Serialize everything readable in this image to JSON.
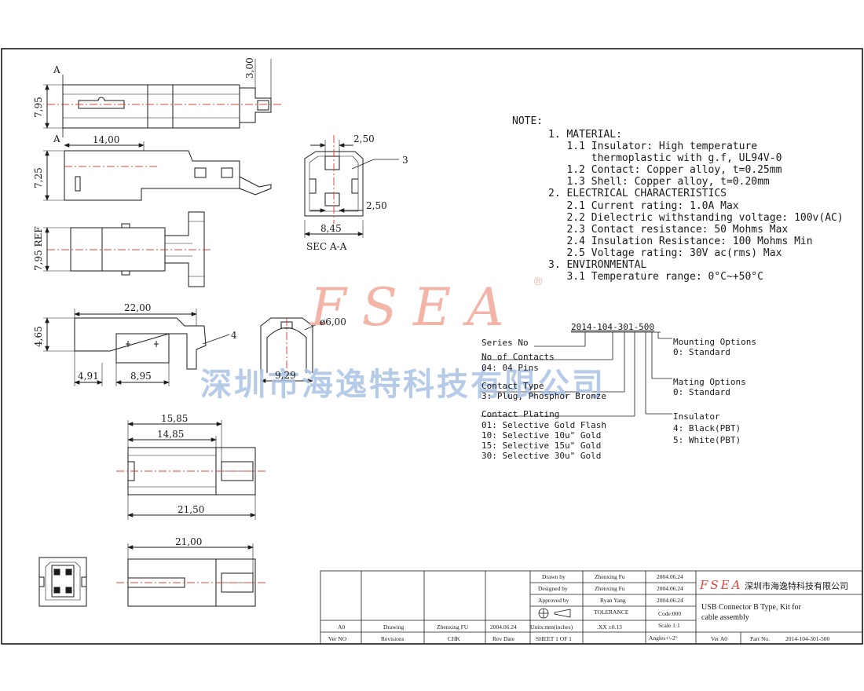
{
  "watermark": {
    "logo": "FSEA",
    "registered": "®",
    "company_cn": "深圳市海逸特科技有限公司",
    "color_logo": "#f2b5a8",
    "color_text": "#a9c3e4"
  },
  "dimensions": {
    "top_view": {
      "height": "7,95",
      "pin": "3,00",
      "section_mark": "A"
    },
    "side_view": {
      "length": "14,00",
      "height": "7,25"
    },
    "bottom_view": {
      "ref": "7,95 REF"
    },
    "contact_view": {
      "length": "22,00",
      "height": "4,65",
      "offset": "4,91",
      "width": "8,95",
      "callout": "4"
    },
    "section": {
      "top": "2,50",
      "bottom": "2,50",
      "width": "8,45",
      "callout": "3",
      "label": "SEC  A-A"
    },
    "shell_end": {
      "diameter": "ø6,00",
      "width": "9,29"
    },
    "kit_view": {
      "a": "15,85",
      "b": "14,85",
      "c": "21,50"
    },
    "assembly_view": {
      "a": "21,00"
    }
  },
  "notes": {
    "heading": "NOTE:",
    "lines": [
      "1. MATERIAL:",
      "   1.1 Insulator: High temperature",
      "       thermoplastic with g.f, UL94V-0",
      "   1.2 Contact: Copper alloy, t=0.25mm",
      "   1.3 Shell: Copper alloy, t=0.20mm",
      "2. ELECTRICAL CHARACTERISTICS",
      "   2.1 Current rating: 1.0A Max",
      "   2.2 Dielectric withstanding voltage: 100v(AC)",
      "   2.3 Contact resistance: 50 Mohms Max",
      "   2.4 Insulation Resistance: 100 Mohms Min",
      "   2.5 Voltage rating: 30V ac(rms) Max",
      "3. ENVIRONMENTAL",
      "   3.1 Temperature range: 0°C~+50°C"
    ]
  },
  "part_number": {
    "code": "2014-104-301-500",
    "left": [
      "Series No",
      "No of Contacts",
      "04: 04 Pins",
      "Contact Type",
      "3: Plug, Phosphor Bronze",
      "Contact Plating",
      "01: Selective Gold Flash",
      "10: Selective 10u\" Gold",
      "15: Selective 15u\" Gold",
      "30: Selective 30u\" Gold"
    ],
    "right": [
      "Mounting Options",
      "0: Standard",
      "Mating Options",
      "0: Standard",
      "Insulator",
      "4: Black(PBT)",
      "5: White(PBT)"
    ]
  },
  "title_block": {
    "rev_row": {
      "ver": "A0",
      "desc": "Drawing",
      "by": "Zhenxing FU",
      "date": "2004.06.24"
    },
    "rev_header": {
      "ver": "Ver NO",
      "desc": "Revisions",
      "by": "CHK",
      "date": "Rev Date"
    },
    "drawn_label": "Drawn    by",
    "drawn_name": "Zhenxing Fu",
    "drawn_date": "2004.06.24",
    "designed_label": "Designed by",
    "designed_name": "Zhenxing Fu",
    "designed_date": "2004.06.24",
    "approved_label": "Approved by",
    "approved_name": "Ryan Yang",
    "approved_date": "2004.06.24",
    "tolerance_label": "TOLERANCE",
    "code": "Code:000",
    "units": "Units:mm(inches)",
    "tol_value": ".XX   ±0.13",
    "scale": "Scale 1:1",
    "sheet": "SHEET  1  OF  1",
    "angles": "Angles+\\-2°",
    "logo": "FSEA",
    "company_cn": "深圳市海逸特科技有限公司",
    "title_line1": "USB Connector B Type, Kit for",
    "title_line2": "cable assembly",
    "ver": "Ver  A0",
    "part_no_label": "Part No.",
    "part_no": "2014-104-301-500"
  }
}
